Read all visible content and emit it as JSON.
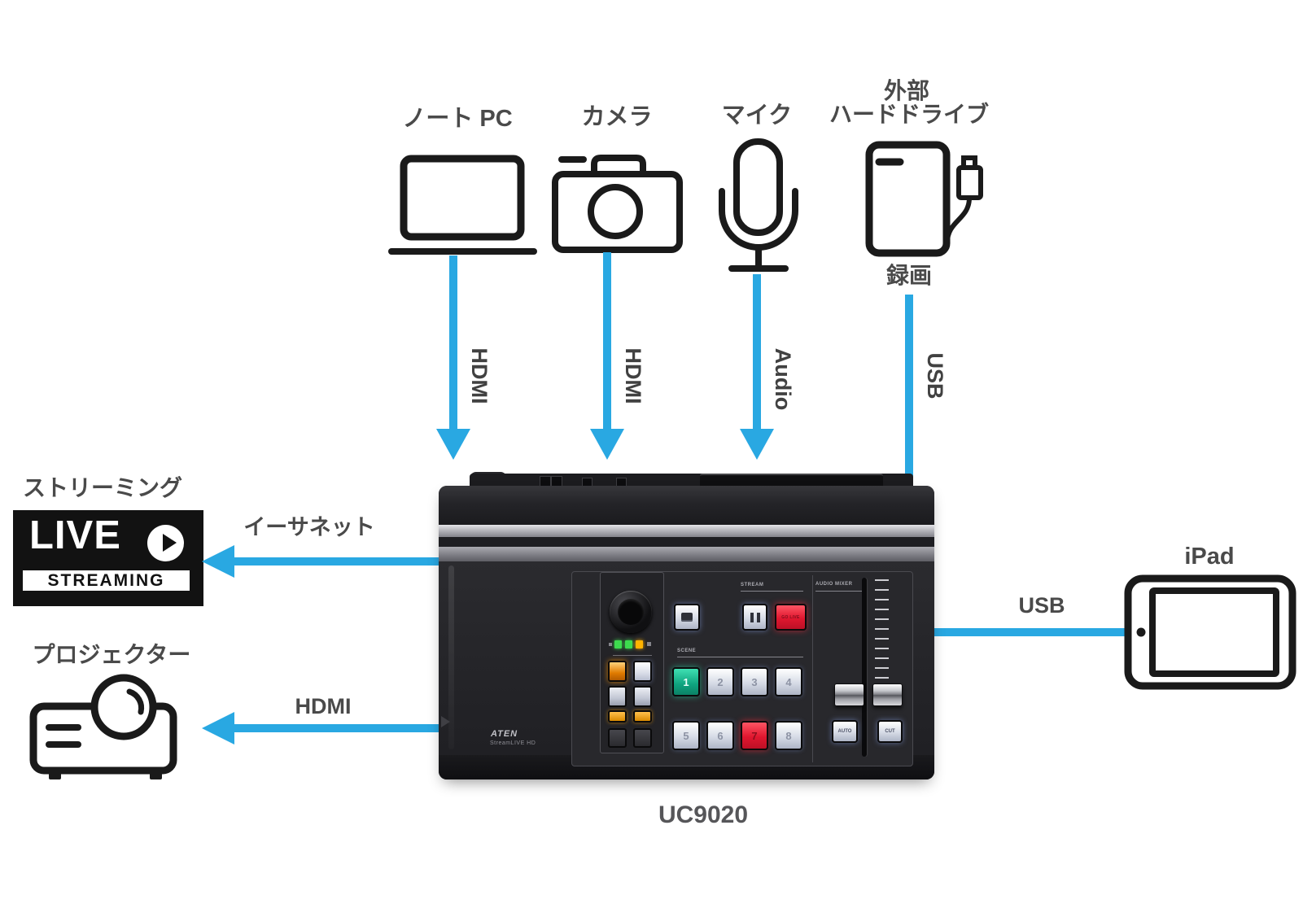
{
  "colors": {
    "connector": "#29A8E2",
    "label_text": "#4A4A4A",
    "icon_stroke": "#1A1A1A",
    "badge_bg": "#121212",
    "scene1_teal": "#0FA37E",
    "scene7_red": "#E0172F"
  },
  "sources": {
    "laptop": {
      "label": "ノート PC",
      "cable": "HDMI"
    },
    "camera": {
      "label": "カメラ",
      "cable": "HDMI"
    },
    "mic": {
      "label": "マイク",
      "cable": "Audio"
    },
    "hdd": {
      "label_line1": "外部",
      "label_line2": "ハードドライブ",
      "note": "録画",
      "cable": "USB"
    }
  },
  "outputs": {
    "streaming": {
      "label": "ストリーミング",
      "cable": "イーサネット",
      "badge": {
        "live": "LIVE",
        "streaming": "STREAMING"
      }
    },
    "projector": {
      "label": "プロジェクター",
      "cable": "HDMI"
    },
    "ipad": {
      "label": "iPad",
      "cable": "USB"
    }
  },
  "device": {
    "caption": "UC9020",
    "brand": "ATEN",
    "model": "StreamLIVE HD",
    "sections": {
      "stream": "STREAM",
      "scene": "SCENE",
      "mixer": "AUDIO MIXER"
    },
    "buttons": {
      "go_live": "GO LIVE",
      "auto": "AUTO",
      "cut": "CUT"
    },
    "scene_numbers": [
      "1",
      "2",
      "3",
      "4",
      "5",
      "6",
      "7",
      "8"
    ]
  }
}
